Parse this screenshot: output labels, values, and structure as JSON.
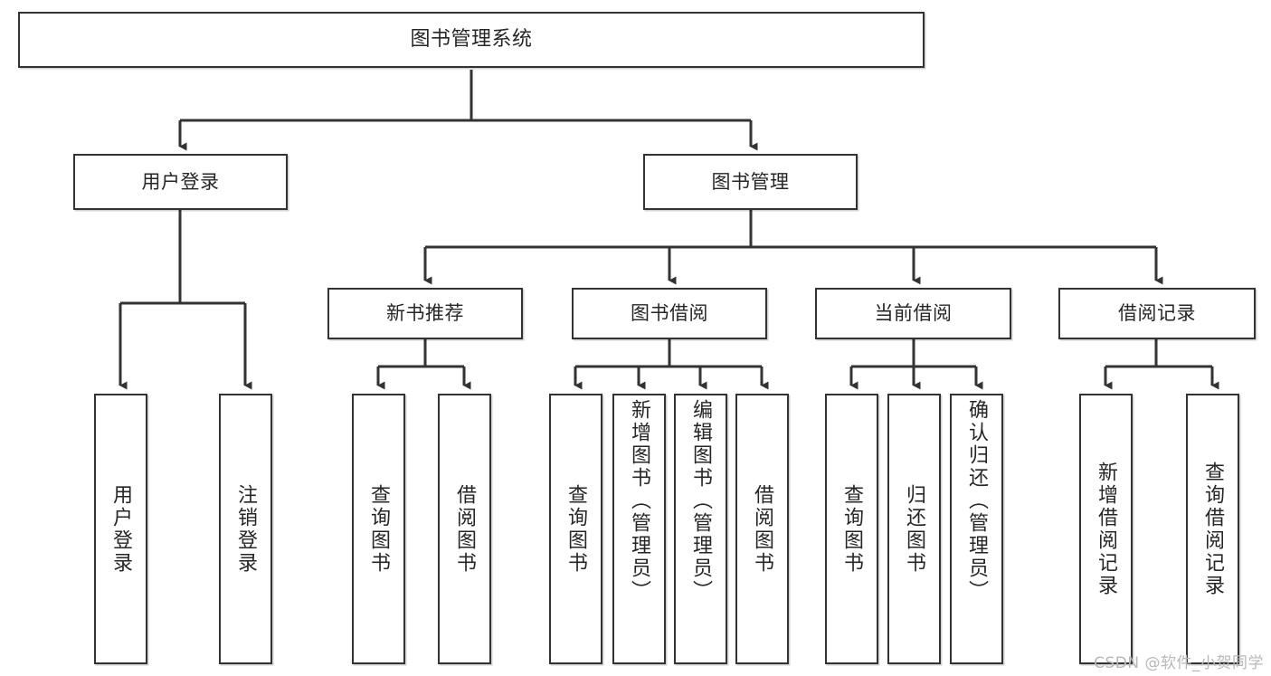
{
  "diagram": {
    "type": "hierarchy-tree",
    "title": "图书管理系统",
    "watermark": "CSDN @软件_小贺同学",
    "colors": {
      "box_border": "#333333",
      "box_fill": "#ffffff",
      "connector": "#333333",
      "text": "#262626",
      "watermark": "#b8b8b8"
    },
    "levels": {
      "level1": "系统",
      "level2": "模块",
      "level3": "子模块",
      "level4": "功能"
    },
    "nodes": {
      "root": {
        "label": "图书管理系统"
      },
      "level2": [
        {
          "label": "用户登录"
        },
        {
          "label": "图书管理"
        }
      ],
      "level3": [
        {
          "label": "新书推荐"
        },
        {
          "label": "图书借阅"
        },
        {
          "label": "当前借阅"
        },
        {
          "label": "借阅记录"
        }
      ],
      "leaves_user_login": [
        {
          "label": "用户登录"
        },
        {
          "label": "注销登录"
        }
      ],
      "leaves_new_books": [
        {
          "label": "查询图书"
        },
        {
          "label": "借阅图书"
        }
      ],
      "leaves_book_borrow": [
        {
          "label": "查询图书"
        },
        {
          "label": "新增图书（管理员）"
        },
        {
          "label": "编辑图书（管理员）"
        },
        {
          "label": "借阅图书"
        }
      ],
      "leaves_current_borrow": [
        {
          "label": "查询图书"
        },
        {
          "label": "归还图书"
        },
        {
          "label": "确认归还（管理员）"
        }
      ],
      "leaves_borrow_record": [
        {
          "label": "新增借阅记录"
        },
        {
          "label": "查询借阅记录"
        }
      ]
    }
  }
}
